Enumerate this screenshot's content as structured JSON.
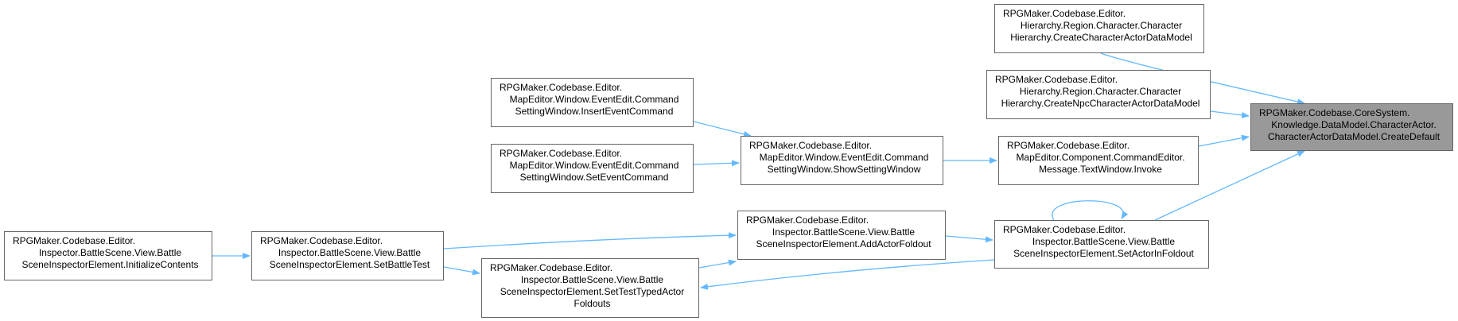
{
  "nodes": [
    {
      "id": "target",
      "lines": [
        "RPGMaker.Codebase.CoreSystem.",
        "Knowledge.DataModel.CharacterActor.",
        "CharacterActorDataModel.CreateDefault"
      ],
      "highlight": true
    },
    {
      "id": "hier1",
      "lines": [
        "RPGMaker.Codebase.Editor.",
        "Hierarchy.Region.Character.Character",
        "Hierarchy.CreateCharacterActorDataModel"
      ]
    },
    {
      "id": "hier2",
      "lines": [
        "RPGMaker.Codebase.Editor.",
        "Hierarchy.Region.Character.Character",
        "Hierarchy.CreateNpcCharacterActorDataModel"
      ]
    },
    {
      "id": "textwin",
      "lines": [
        "RPGMaker.Codebase.Editor.",
        "MapEditor.Component.CommandEditor.",
        "Message.TextWindow.Invoke"
      ]
    },
    {
      "id": "setactor",
      "lines": [
        "RPGMaker.Codebase.Editor.",
        "Inspector.BattleScene.View.Battle",
        "SceneInspectorElement.SetActorInFoldout"
      ]
    },
    {
      "id": "showset",
      "lines": [
        "RPGMaker.Codebase.Editor.",
        "MapEditor.Window.EventEdit.Command",
        "SettingWindow.ShowSettingWindow"
      ]
    },
    {
      "id": "insert",
      "lines": [
        "RPGMaker.Codebase.Editor.",
        "MapEditor.Window.EventEdit.Command",
        "SettingWindow.InsertEventCommand"
      ]
    },
    {
      "id": "setevent",
      "lines": [
        "RPGMaker.Codebase.Editor.",
        "MapEditor.Window.EventEdit.Command",
        "SettingWindow.SetEventCommand"
      ]
    },
    {
      "id": "addactor",
      "lines": [
        "RPGMaker.Codebase.Editor.",
        "Inspector.BattleScene.View.Battle",
        "SceneInspectorElement.AddActorFoldout"
      ]
    },
    {
      "id": "settyped",
      "lines": [
        "RPGMaker.Codebase.Editor.",
        "Inspector.BattleScene.View.Battle",
        "SceneInspectorElement.SetTestTypedActor",
        "Foldouts"
      ]
    },
    {
      "id": "settest",
      "lines": [
        "RPGMaker.Codebase.Editor.",
        "Inspector.BattleScene.View.Battle",
        "SceneInspectorElement.SetBattleTest"
      ]
    },
    {
      "id": "initc",
      "lines": [
        "RPGMaker.Codebase.Editor.",
        "Inspector.BattleScene.View.Battle",
        "SceneInspectorElement.InitializeContents"
      ]
    }
  ],
  "edges": [
    {
      "from": "hier1",
      "to": "target"
    },
    {
      "from": "hier2",
      "to": "target"
    },
    {
      "from": "textwin",
      "to": "target"
    },
    {
      "from": "setactor",
      "to": "target"
    },
    {
      "from": "setactor",
      "to": "setactor"
    },
    {
      "from": "showset",
      "to": "textwin"
    },
    {
      "from": "insert",
      "to": "showset"
    },
    {
      "from": "setevent",
      "to": "showset"
    },
    {
      "from": "addactor",
      "to": "setactor"
    },
    {
      "from": "setactor",
      "to": "settyped"
    },
    {
      "from": "settyped",
      "to": "addactor"
    },
    {
      "from": "settest",
      "to": "addactor"
    },
    {
      "from": "settest",
      "to": "settyped"
    },
    {
      "from": "initc",
      "to": "settest"
    }
  ],
  "colors": {
    "edge": "#63b8ff",
    "node_border": "#666666",
    "highlight_fill": "#999999"
  }
}
